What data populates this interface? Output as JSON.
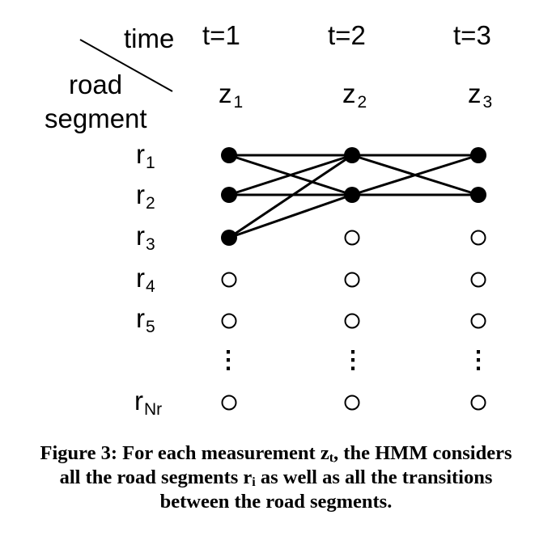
{
  "header": {
    "time_label": "time",
    "road_label_line1": "road",
    "road_label_line2": "segment"
  },
  "columns": [
    {
      "time": "t=1",
      "z_base": "z",
      "z_sub": "1"
    },
    {
      "time": "t=2",
      "z_base": "z",
      "z_sub": "2"
    },
    {
      "time": "t=3",
      "z_base": "z",
      "z_sub": "3"
    }
  ],
  "rows": [
    {
      "base": "r",
      "sub": "1"
    },
    {
      "base": "r",
      "sub": "2"
    },
    {
      "base": "r",
      "sub": "3"
    },
    {
      "base": "r",
      "sub": "4"
    },
    {
      "base": "r",
      "sub": "5"
    },
    {
      "base": "",
      "sub": ""
    },
    {
      "base": "r",
      "sub": "Nr"
    }
  ],
  "ellipsis": "⋮",
  "filled_nodes": [
    [
      0,
      0
    ],
    [
      0,
      1
    ],
    [
      0,
      2
    ],
    [
      1,
      0
    ],
    [
      1,
      1
    ],
    [
      2,
      0
    ],
    [
      2,
      1
    ]
  ],
  "edges": [
    [
      [
        0,
        0
      ],
      [
        1,
        0
      ]
    ],
    [
      [
        0,
        0
      ],
      [
        1,
        1
      ]
    ],
    [
      [
        0,
        1
      ],
      [
        1,
        0
      ]
    ],
    [
      [
        0,
        1
      ],
      [
        1,
        1
      ]
    ],
    [
      [
        0,
        2
      ],
      [
        1,
        0
      ]
    ],
    [
      [
        0,
        2
      ],
      [
        1,
        1
      ]
    ],
    [
      [
        1,
        0
      ],
      [
        2,
        0
      ]
    ],
    [
      [
        1,
        0
      ],
      [
        2,
        1
      ]
    ],
    [
      [
        1,
        1
      ],
      [
        2,
        0
      ]
    ],
    [
      [
        1,
        1
      ],
      [
        2,
        1
      ]
    ]
  ],
  "caption": {
    "line1_a": "Figure 3: For each measurement z",
    "line1_sub": "t",
    "line1_b": ", the HMM considers",
    "line2_a": "all the road segments r",
    "line2_sub": "i",
    "line2_b": " as well as all the transitions",
    "line3": "between the road segments."
  }
}
